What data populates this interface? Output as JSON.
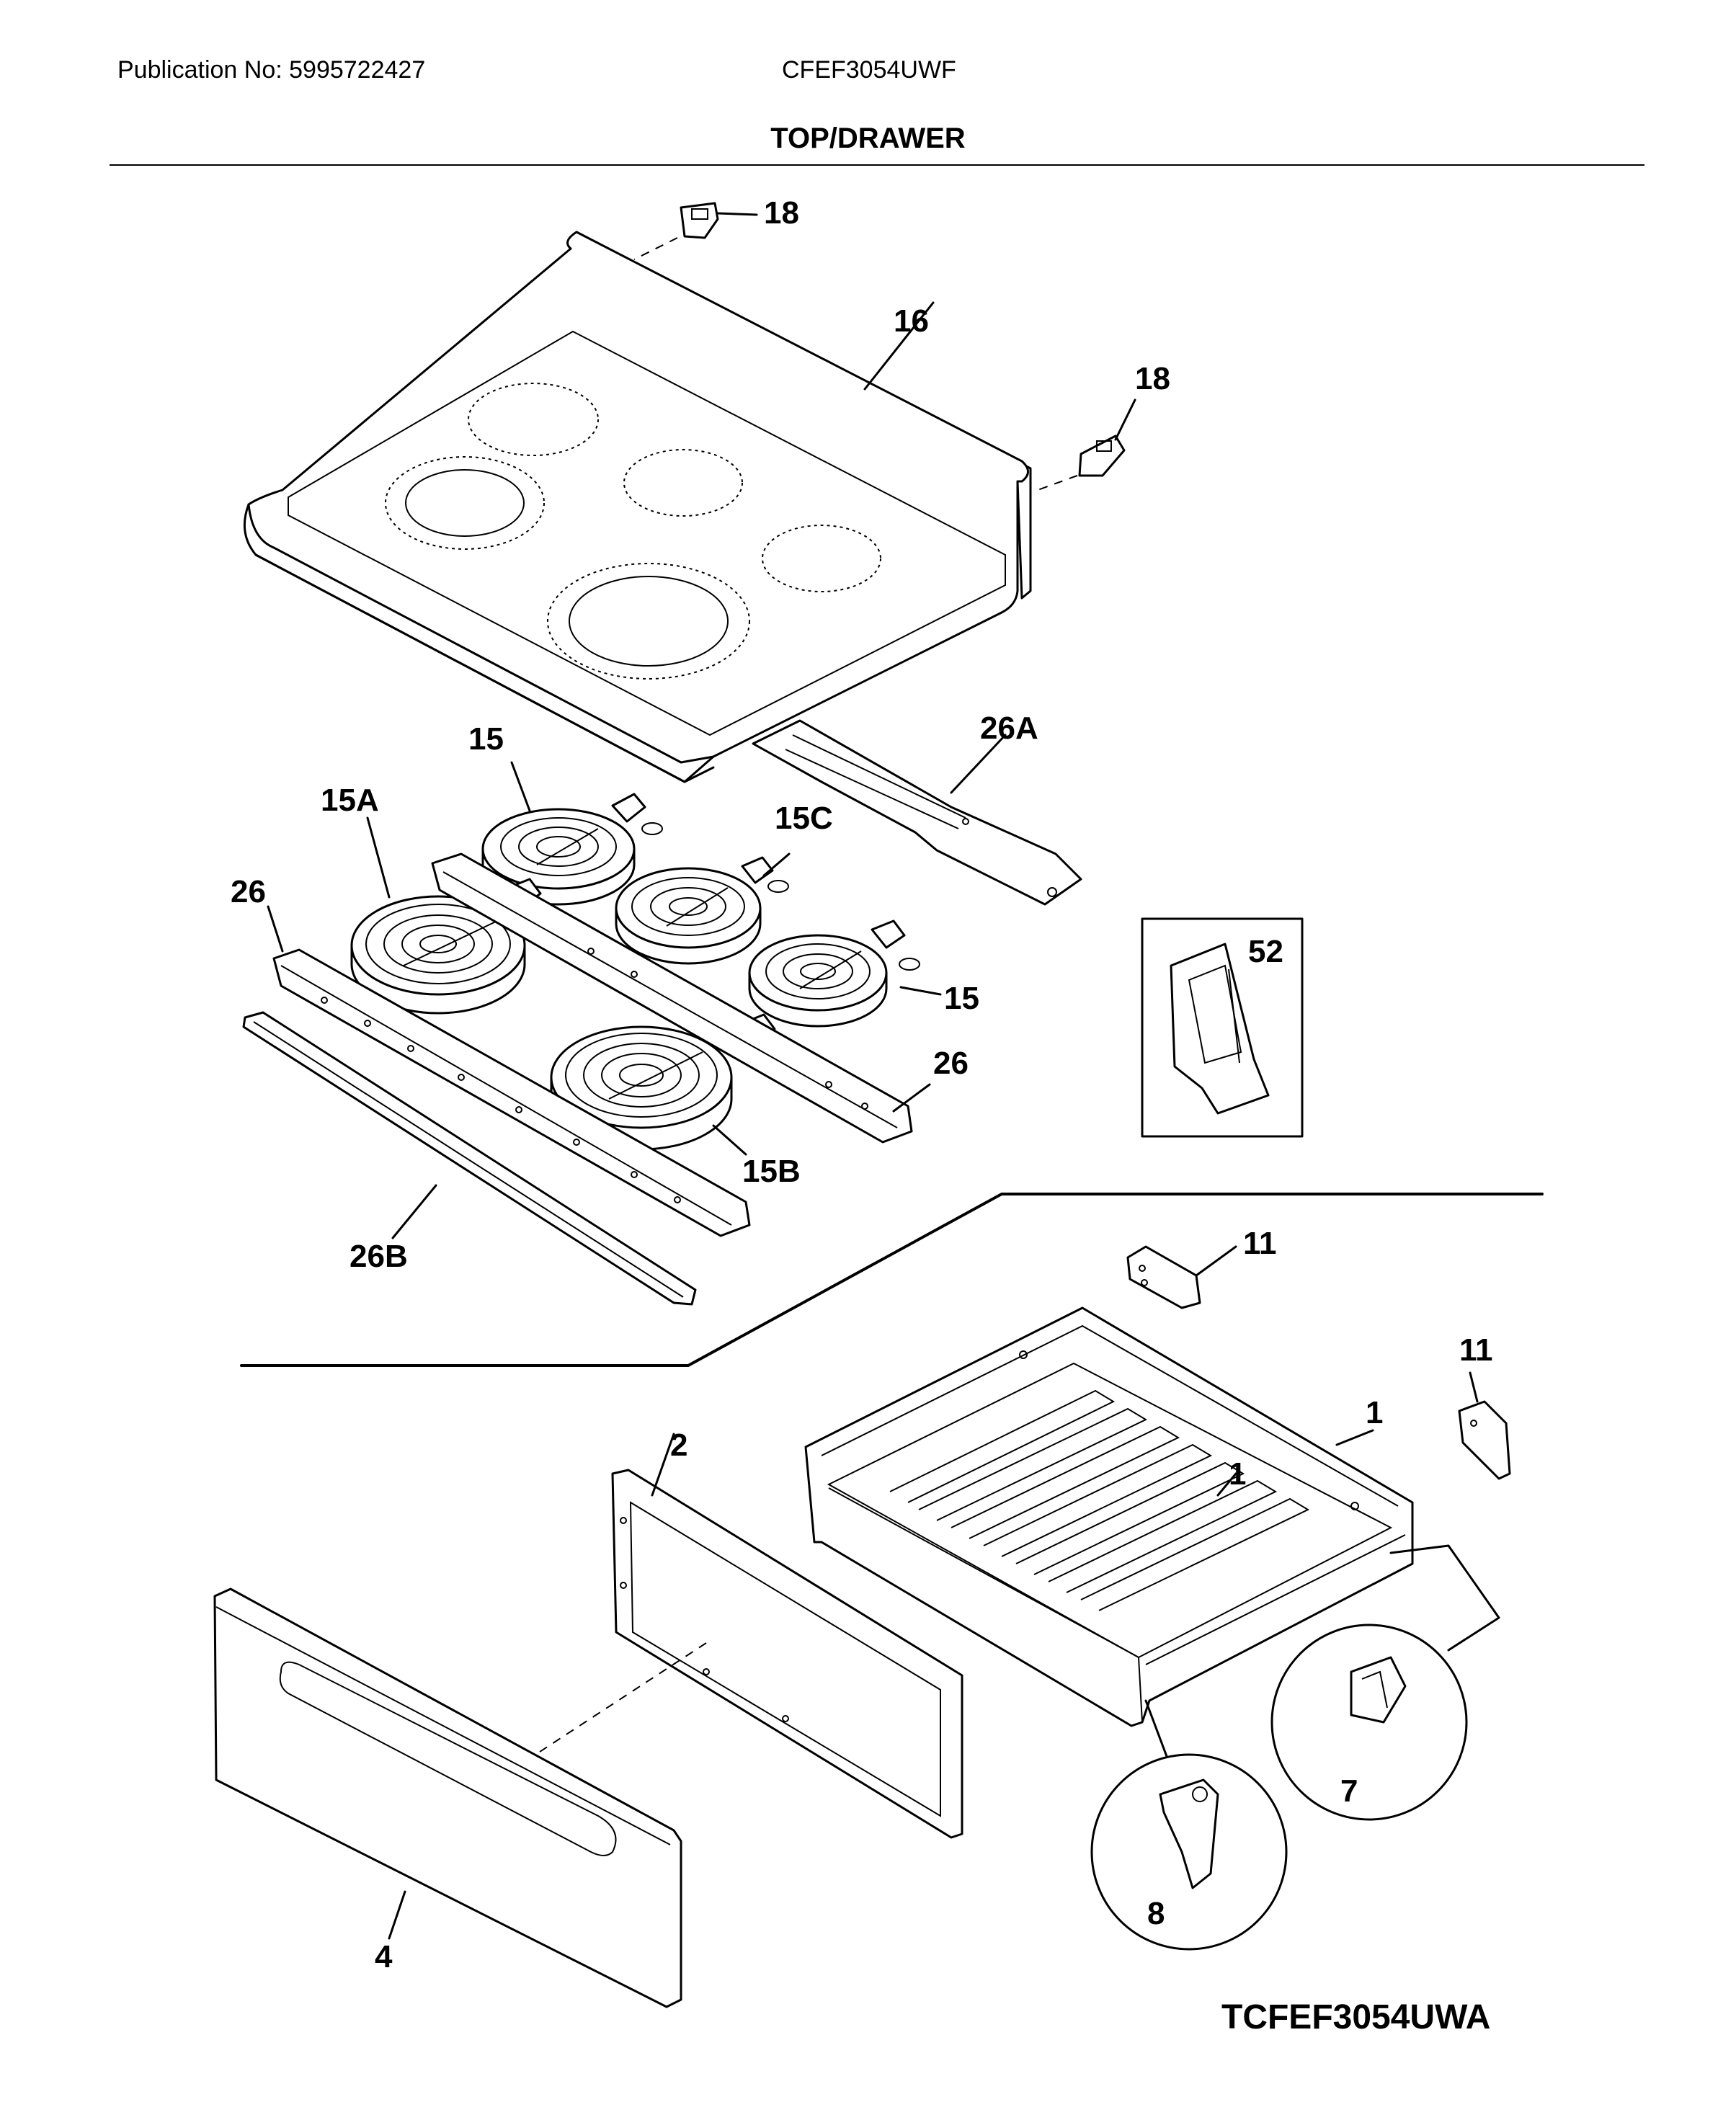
{
  "header": {
    "publication": "Publication No: 5995722427",
    "model": "CFEF3054UWF",
    "section_title": "TOP/DRAWER"
  },
  "diagram_code": "TCFEF3054UWA",
  "callouts": {
    "top_bracket_left": "18",
    "top_bracket_right": "18",
    "cooktop": "16",
    "wire_harness": "26A",
    "element_rear_left": "15",
    "element_front_left": "15A",
    "element_rear_center": "15C",
    "element_rear_right": "15",
    "element_front_right": "15B",
    "support_bracket_left": "26",
    "support_bracket_right": "26",
    "front_trim": "26B",
    "inset_part": "52",
    "drawer_bracket_1": "11",
    "drawer_bracket_2": "11",
    "drawer_body_outer": "1",
    "drawer_body_inner": "1",
    "drawer_liner": "2",
    "drawer_front": "4",
    "detail_part_a": "7",
    "detail_part_b": "8"
  }
}
